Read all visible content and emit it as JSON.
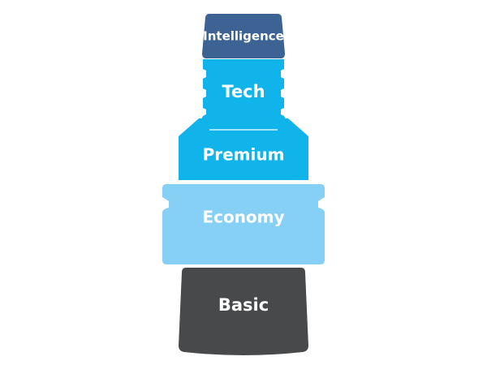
{
  "diagram": {
    "tiers": [
      {
        "label": "Intelligence",
        "color": "#3d6294"
      },
      {
        "label": "Tech",
        "color": "#10b4ea"
      },
      {
        "label": "Premium",
        "color": "#10b4ea"
      },
      {
        "label": "Economy",
        "color": "#86cff5"
      },
      {
        "label": "Basic",
        "color": "#48494b"
      }
    ]
  }
}
